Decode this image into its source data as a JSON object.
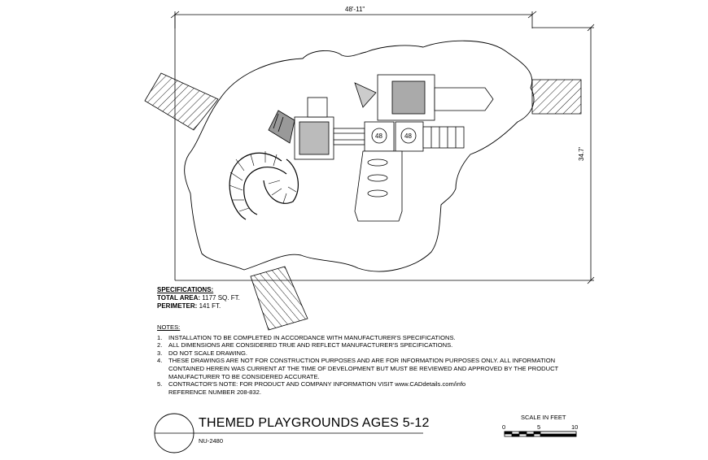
{
  "dimensions": {
    "width_label": "48'-11\"",
    "height_label": "34.7'"
  },
  "equipment_labels": {
    "deck_a": "48",
    "deck_b": "48"
  },
  "specifications": {
    "heading": "SPECIFICATIONS:",
    "total_area_label": "TOTAL AREA:",
    "total_area_value": "1177 SQ. FT.",
    "perimeter_label": "PERIMETER:",
    "perimeter_value": "141 FT."
  },
  "notes": {
    "heading": "NOTES:",
    "items": [
      {
        "num": "1.",
        "text": "INSTALLATION TO BE COMPLETED IN ACCORDANCE WITH MANUFACTURER'S SPECIFICATIONS."
      },
      {
        "num": "2.",
        "text": "ALL DIMENSIONS ARE CONSIDERED TRUE AND REFLECT MANUFACTURER'S SPECIFICATIONS."
      },
      {
        "num": "3.",
        "text": "DO NOT SCALE DRAWING."
      },
      {
        "num": "4.",
        "text": "THESE DRAWINGS ARE NOT FOR CONSTRUCTION PURPOSES AND ARE FOR INFORMATION PURPOSES ONLY. ALL INFORMATION"
      },
      {
        "num": "",
        "text": "CONTAINED HEREIN WAS CURRENT AT THE TIME OF DEVELOPMENT BUT MUST BE REVIEWED AND APPROVED BY THE PRODUCT"
      },
      {
        "num": "",
        "text": "MANUFACTURER TO BE CONSIDERED ACCURATE."
      },
      {
        "num": "5.",
        "text": "CONTRACTOR'S NOTE: FOR PRODUCT AND COMPANY INFORMATION VISIT www.CADdetails.com/info"
      },
      {
        "num": "",
        "text": "REFERENCE NUMBER 208-832."
      }
    ]
  },
  "title_block": {
    "title": "THEMED PLAYGROUNDS AGES 5-12",
    "model": "NU-2480"
  },
  "scale_bar": {
    "label": "SCALE IN FEET",
    "ticks": [
      "0",
      "5",
      "10"
    ]
  }
}
